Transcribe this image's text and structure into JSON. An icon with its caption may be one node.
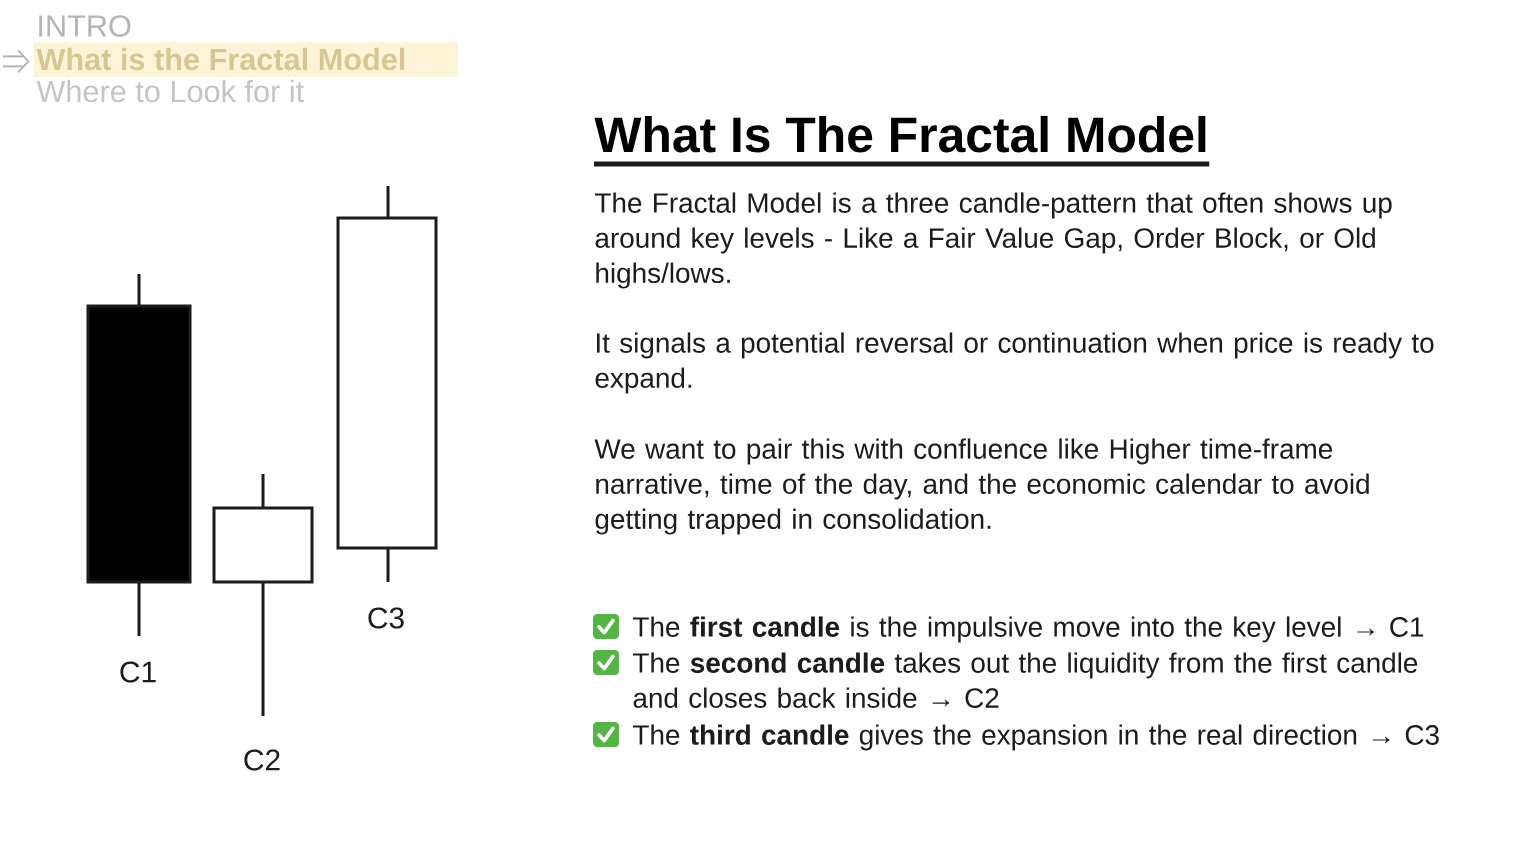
{
  "diagram": {
    "title": "What Is  The Fractal Model",
    "labels": [
      "INTRO",
      "What is the Fractal Model",
      "Where to Look for it",
      "C1",
      "C2",
      "C3",
      "The Fractal Model is a three candle-pattern that often shows up around key levels - Like a Fair Value Gap, Order Block, or Old highs/lows.",
      "It signals a potential reversal or continuation when price is ready to expand.",
      "We want to pair this with confluence like Higher time-frame narrative, time of the day, and the economic calendar to avoid getting trapped in consolidation.",
      "The **first candle** is the impulsive move into the key level → C1",
      "The **second candle** takes out the liquidity from the first candle and closes back inside → C2",
      "The **third candle** gives the expansion in the real direction → C3"
    ]
  }
}
